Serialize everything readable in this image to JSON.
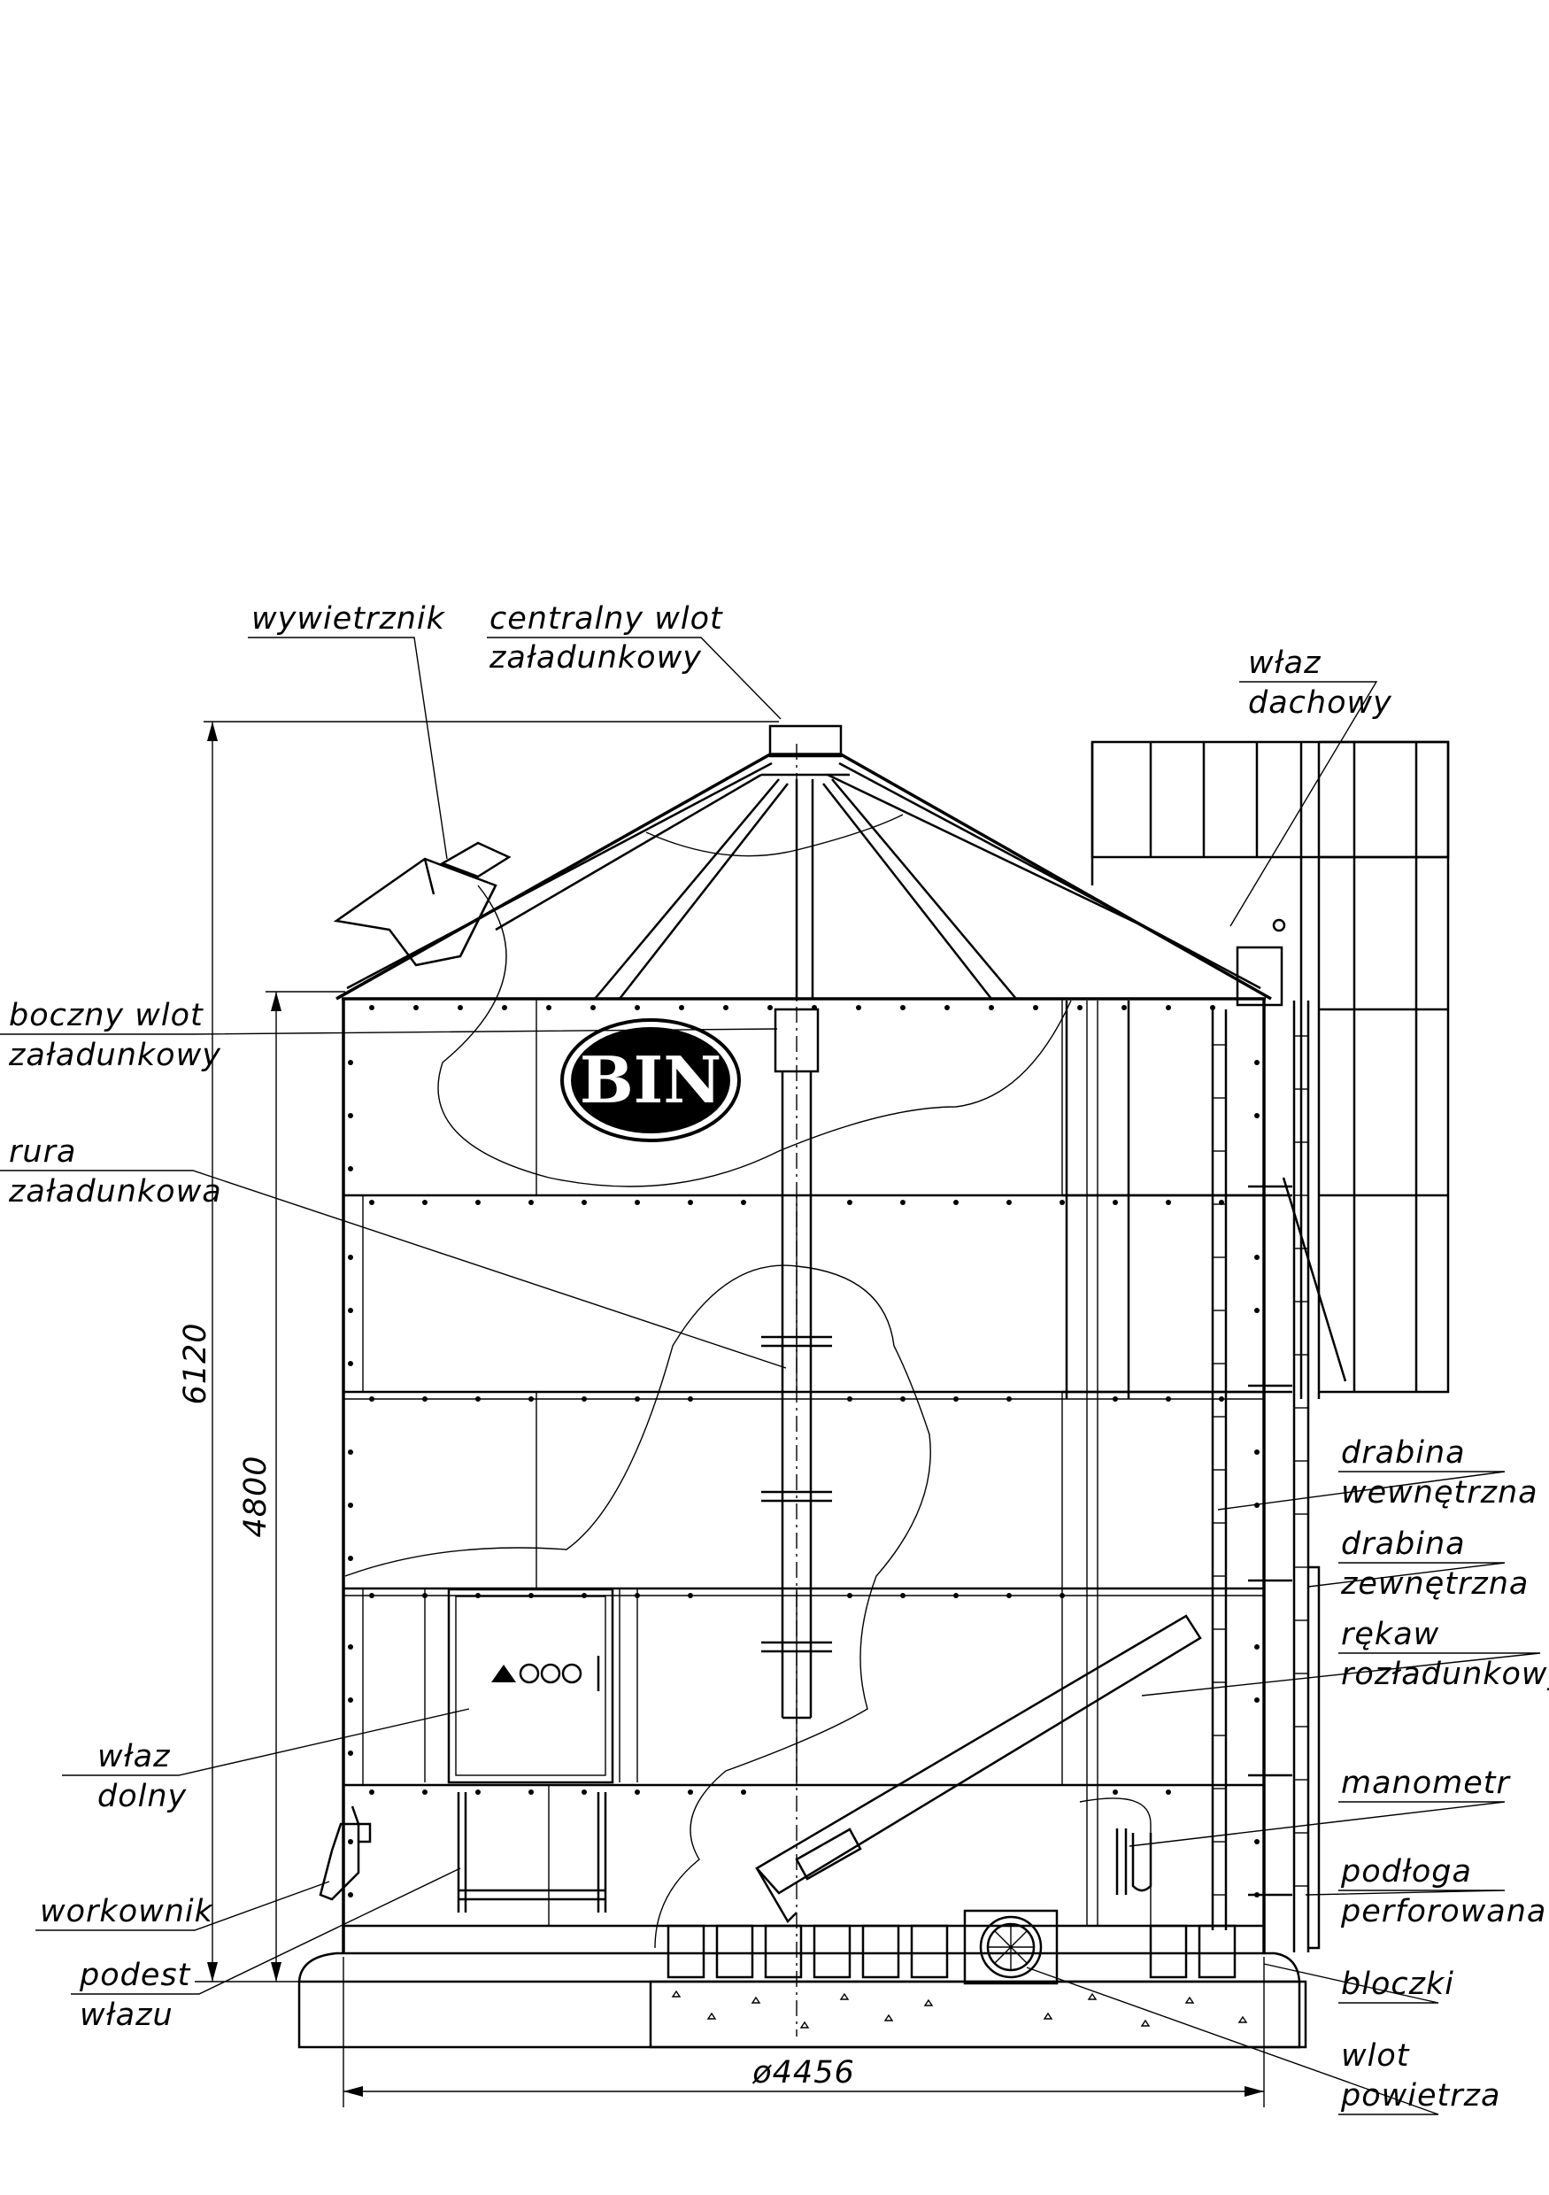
{
  "labels": {
    "wywietrznik": "wywietrznik",
    "central_inlet_1": "centralny wlot",
    "central_inlet_2": "załadunkowy",
    "roof_hatch_1": "właz",
    "roof_hatch_2": "dachowy",
    "side_inlet_1": "boczny wlot",
    "side_inlet_2": "załadunkowy",
    "loading_pipe_1": "rura",
    "loading_pipe_2": "załadunkowa",
    "inner_ladder_1": "drabina",
    "inner_ladder_2": "wewnętrzna",
    "outer_ladder_1": "drabina",
    "outer_ladder_2": "zewnętrzna",
    "unload_sleeve_1": "rękaw",
    "unload_sleeve_2": "rozładunkowy",
    "bottom_hatch_1": "właz",
    "bottom_hatch_2": "dolny",
    "manometer": "manometr",
    "bagger": "workownik",
    "perforated_floor_1": "podłoga",
    "perforated_floor_2": "perforowana",
    "platform_1": "podest",
    "platform_2": "włazu",
    "blocks": "bloczki",
    "air_inlet_1": "wlot",
    "air_inlet_2": "powietrza"
  },
  "dimensions": {
    "total_height": "6120",
    "wall_height": "4800",
    "diameter": "ø4456"
  },
  "logo_text": "BIN"
}
